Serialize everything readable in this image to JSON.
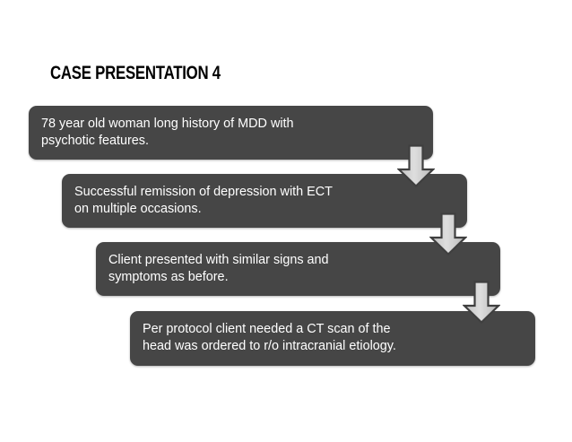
{
  "slide": {
    "title": "CASE PRESENTATION 4",
    "background_color": "#ffffff",
    "box_fill_color": "#464646",
    "box_text_color": "#ffffff",
    "arrow_fill_color": "#d4d4d4",
    "arrow_outline_color": "#3f3f3f",
    "title_color": "#000000"
  },
  "flow": {
    "steps": [
      {
        "index": 1,
        "text": "78 year old woman long history of MDD with\npsychotic features."
      },
      {
        "index": 2,
        "text": "Successful remission of depression with ECT\non multiple occasions."
      },
      {
        "index": 3,
        "text": "Client presented with similar signs and\nsymptoms as before."
      },
      {
        "index": 4,
        "text": "Per protocol client needed a CT scan of the\nhead was ordered to r/o intracranial etiology."
      }
    ],
    "connectors": [
      {
        "index": 1,
        "direction": "down"
      },
      {
        "index": 2,
        "direction": "down"
      },
      {
        "index": 3,
        "direction": "down"
      }
    ]
  }
}
